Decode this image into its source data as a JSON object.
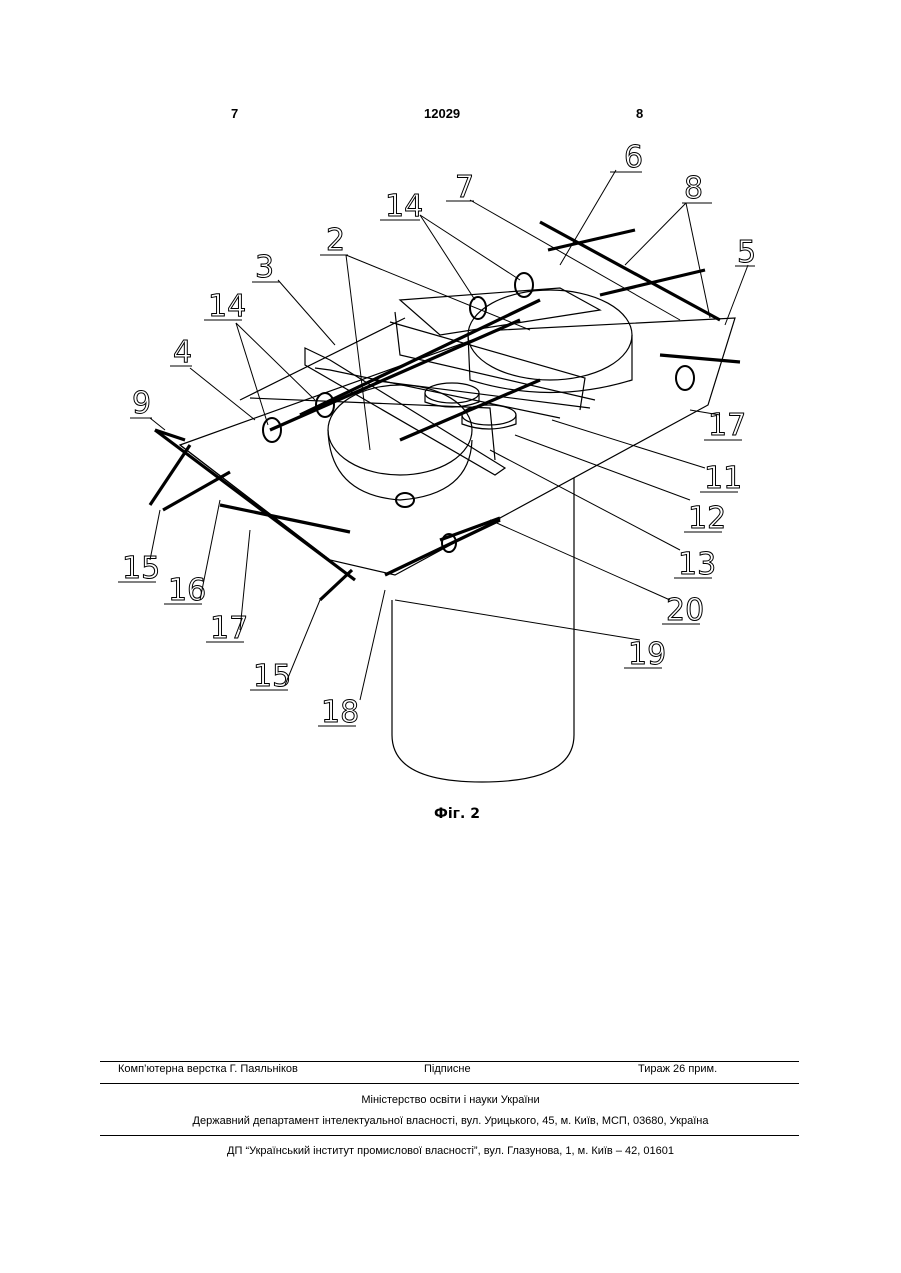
{
  "header": {
    "page_left": "7",
    "patent_number": "12029",
    "page_right": "8"
  },
  "figure": {
    "caption": "Фіг. 2",
    "callouts": [
      "2",
      "3",
      "4",
      "5",
      "6",
      "7",
      "8",
      "9",
      "11",
      "12",
      "13",
      "14",
      "14",
      "15",
      "15",
      "16",
      "17",
      "17",
      "18",
      "19",
      "20"
    ]
  },
  "footer": {
    "typeset": "Комп’ютерна верстка Г. Паяльніков",
    "signed": "Підписне",
    "print_run": "Тираж 26 прим.",
    "ministry": "Міністерство освіти і науки України",
    "department": "Державний департамент інтелектуальної власності, вул. Урицького, 45, м. Київ, МСП, 03680, Україна",
    "institute": "ДП “Український інститут промислової власності”, вул. Глазунова, 1, м. Київ – 42, 01601"
  }
}
